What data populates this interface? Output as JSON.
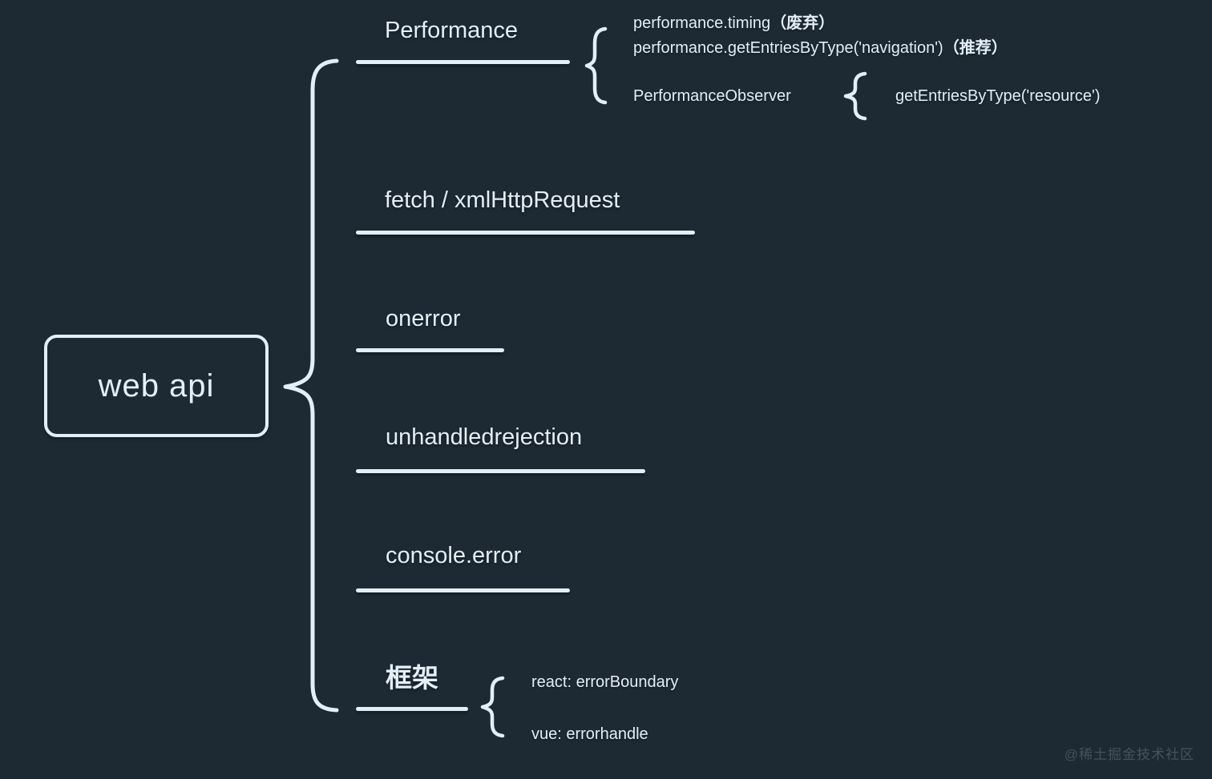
{
  "colors": {
    "background": "#1d2a34",
    "foreground": "#e4eef7",
    "watermark": "#45525d"
  },
  "root": {
    "label": "web api"
  },
  "branches": {
    "performance": {
      "label": "Performance"
    },
    "fetch": {
      "label": "fetch / xmlHttpRequest"
    },
    "onerror": {
      "label": "onerror"
    },
    "unhandledrejection": {
      "label": "unhandledrejection"
    },
    "console_error": {
      "label": "console.error"
    },
    "framework": {
      "label": "框架"
    }
  },
  "performance_children": {
    "timing": {
      "code": "performance.timing",
      "note": "（废弃）"
    },
    "navigation": {
      "code": "performance.getEntriesByType('navigation')",
      "note": "（推荐）"
    },
    "observer": {
      "label": "PerformanceObserver"
    },
    "observer_child": {
      "label": "getEntriesByType('resource')"
    }
  },
  "framework_children": {
    "react": {
      "label": "react: errorBoundary"
    },
    "vue": {
      "label": "vue: errorhandle"
    }
  },
  "watermark": {
    "label": "@稀土掘金技术社区"
  }
}
